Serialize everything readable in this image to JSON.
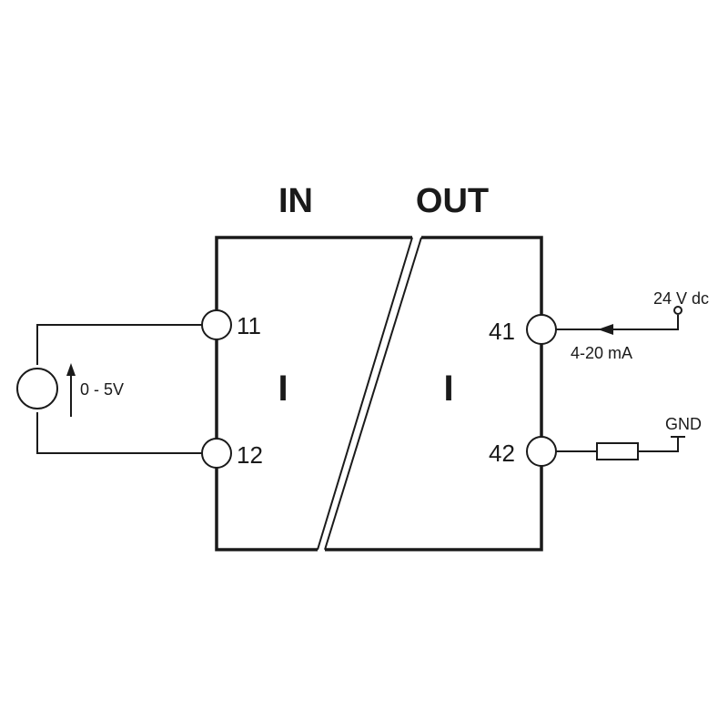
{
  "headers": {
    "input": "IN",
    "output": "OUT"
  },
  "input_side": {
    "mode": "I",
    "terminals": [
      "11",
      "12"
    ],
    "source_label": "0 - 5V"
  },
  "output_side": {
    "mode": "I",
    "terminals": [
      "41",
      "42"
    ],
    "supply_label": "24 V dc",
    "current_label": "4-20 mA",
    "ground_label": "GND"
  },
  "colors": {
    "line": "#1a1a1a",
    "background": "#ffffff"
  }
}
